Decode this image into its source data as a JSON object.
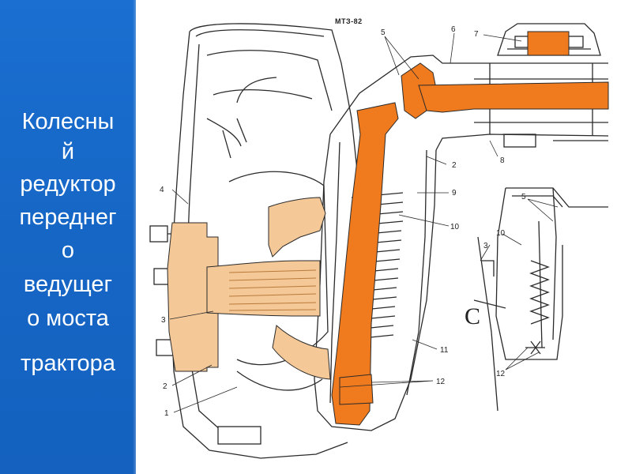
{
  "slide": {
    "title_lines": [
      "Колесны",
      "й",
      "редуктор",
      "переднег",
      "о",
      "ведущег",
      "о моста",
      "трактора"
    ]
  },
  "diagram": {
    "model_label": "МТЗ-82",
    "callouts": {
      "c1": "1",
      "c2": "2",
      "c2b": "2",
      "c3": "3",
      "c4": "4",
      "c5": "5",
      "c6": "6",
      "c7": "7",
      "c8": "8",
      "c9": "9",
      "c10": "10",
      "c11": "11",
      "c12": "12"
    },
    "inset_callouts": {
      "i3": "3",
      "i5": "5",
      "i10": "10",
      "i12": "12",
      "rotation": "C"
    },
    "colors": {
      "panel_blue": "#1666c5",
      "part_orange": "#f07a1e",
      "part_peach": "#f5c898",
      "line": "#2a2a2a"
    }
  }
}
